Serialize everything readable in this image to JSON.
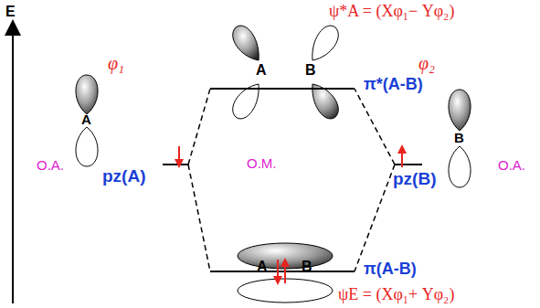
{
  "diagram": {
    "labels": [
      "E",
      "φ₁",
      "O.A.",
      "A",
      "pz(A)",
      "ψ*A = (Xφ₁− Yφ₂)",
      "A",
      "B",
      "π*(A-B)",
      "O.M.",
      "φ₂",
      "B",
      "pz(B)",
      "O.A.",
      "A",
      "B",
      "π(A-B)",
      "ψE = (Xφ₁+ Yφ₂)"
    ]
  }
}
